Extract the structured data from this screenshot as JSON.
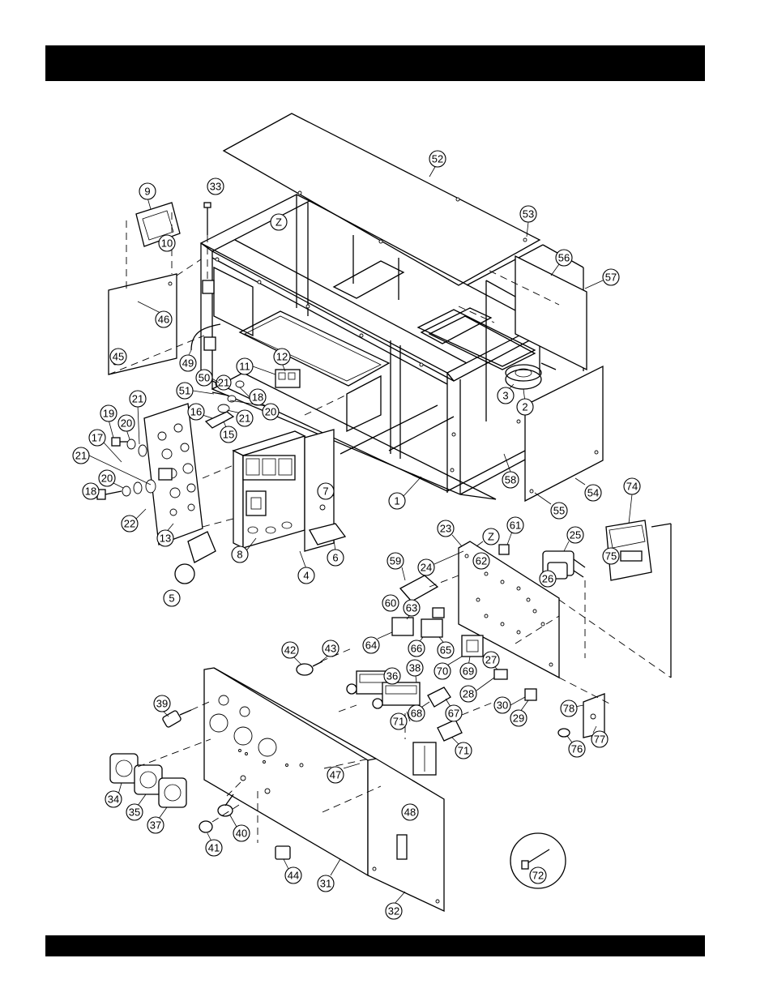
{
  "header": {
    "title": ""
  },
  "footer": {
    "text": ""
  },
  "callouts": [
    "1",
    "2",
    "3",
    "4",
    "5",
    "6",
    "7",
    "8",
    "9",
    "10",
    "11",
    "12",
    "13",
    "15",
    "16",
    "17",
    "18",
    "18",
    "19",
    "20",
    "20",
    "20",
    "21",
    "21",
    "21",
    "21",
    "22",
    "23",
    "24",
    "25",
    "26",
    "27",
    "28",
    "29",
    "30",
    "31",
    "32",
    "33",
    "34",
    "35",
    "36",
    "37",
    "38",
    "39",
    "40",
    "41",
    "42",
    "43",
    "44",
    "45",
    "46",
    "47",
    "48",
    "49",
    "50",
    "51",
    "52",
    "53",
    "54",
    "55",
    "56",
    "57",
    "58",
    "59",
    "60",
    "61",
    "62",
    "63",
    "64",
    "65",
    "66",
    "67",
    "68",
    "69",
    "70",
    "71",
    "71",
    "72",
    "74",
    "75",
    "76",
    "77",
    "78",
    "Z",
    "Z"
  ]
}
